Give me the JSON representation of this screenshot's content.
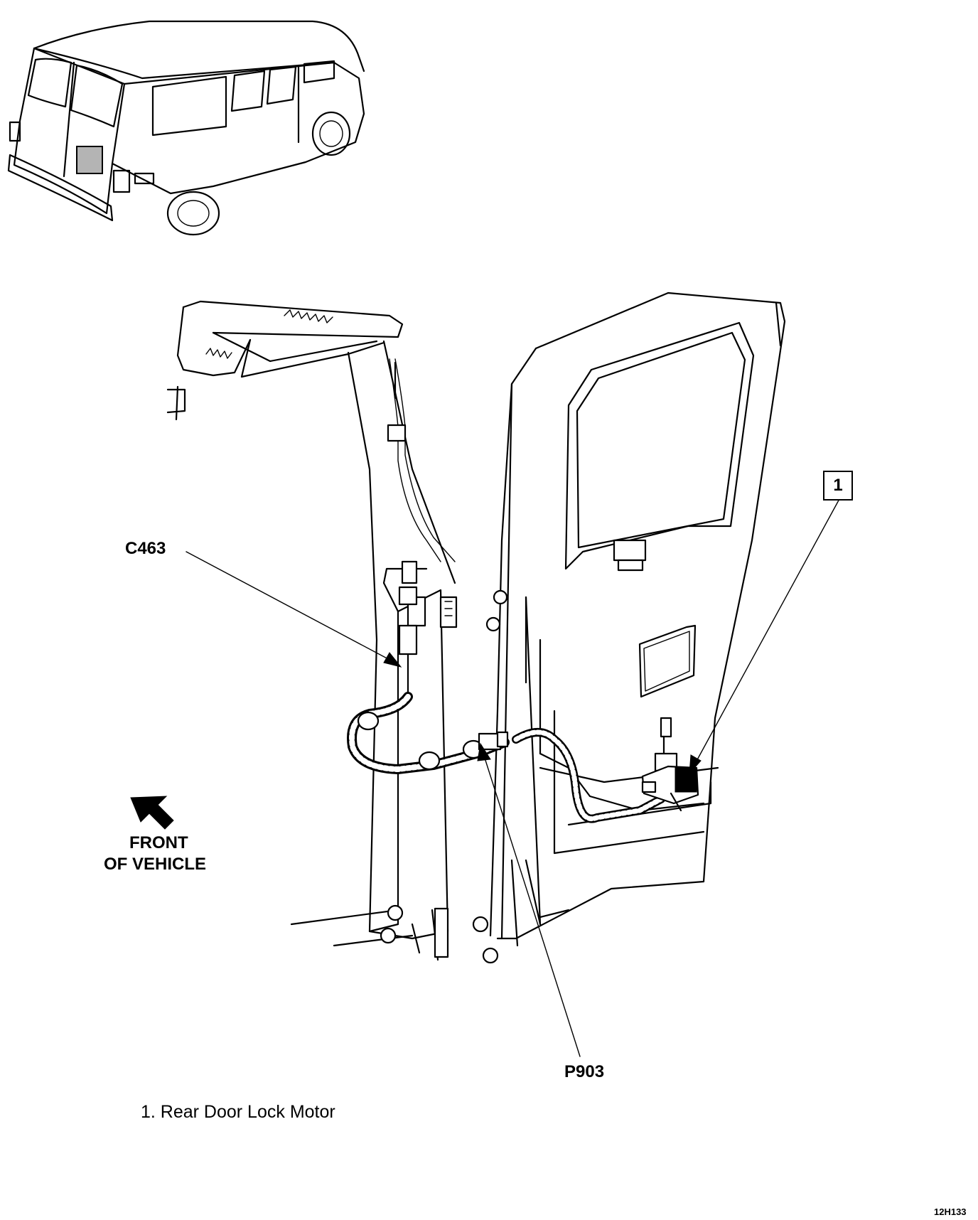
{
  "labels": {
    "connector_c463": "C463",
    "connector_p903": "P903",
    "front_line1": "FRONT",
    "front_line2": "OF VEHICLE",
    "callout_number": "1",
    "legend_item": "1.  Rear Door Lock Motor",
    "figure_code": "12H133"
  },
  "icons": {
    "front_arrow": "arrow-up-left-icon",
    "locator_vehicle": "van-rear-view-icon"
  }
}
